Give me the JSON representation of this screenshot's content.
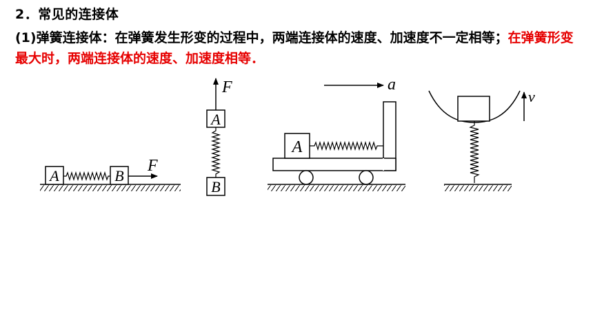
{
  "heading": "2．常见的连接体",
  "paragraph": {
    "prefix": "(1)",
    "text_black": "弹簧连接体：在弹簧发生形变的过程中，两端连接体的速度、加速度不一定相等；",
    "text_red": "在弹簧形变最大时，两端连接体的速度、加速度相等．"
  },
  "figure_labels": {
    "fig1": {
      "block_a": "A",
      "block_b": "B",
      "force": "F"
    },
    "fig2": {
      "block_a": "A",
      "block_b": "B",
      "force": "F"
    },
    "fig3": {
      "block_a": "A",
      "accel": "a"
    },
    "fig4": {
      "velocity": "v"
    }
  },
  "colors": {
    "text": "#000000",
    "highlight": "#e60000"
  }
}
